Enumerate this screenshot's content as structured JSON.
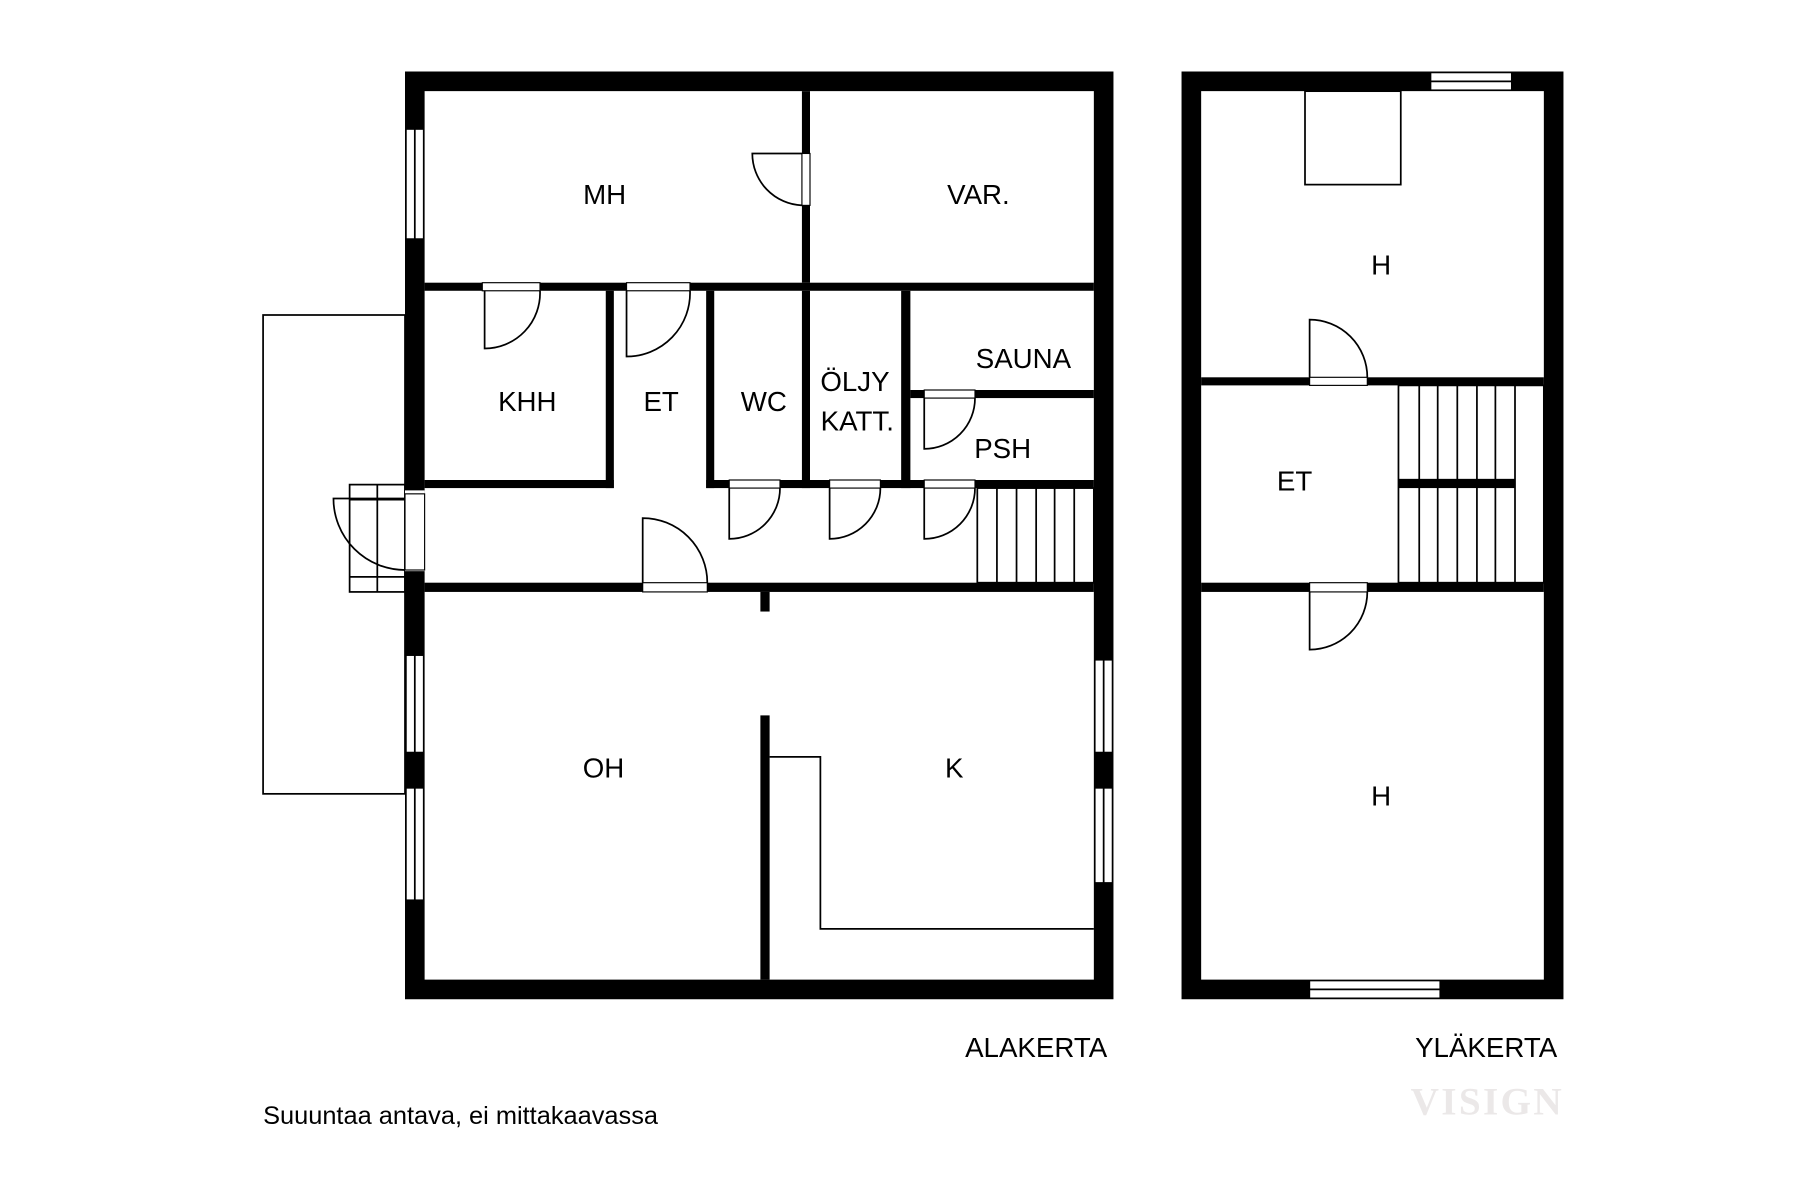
{
  "floors": {
    "lower": {
      "title": "ALAKERTA",
      "rooms": {
        "mh": "MH",
        "var": "VAR.",
        "khh": "KHH",
        "et": "ET",
        "wc": "WC",
        "oljy_line1": "ÖLJY",
        "oljy_line2": "KATT.",
        "sauna": "SAUNA",
        "psh": "PSH",
        "oh": "OH",
        "k": "K"
      }
    },
    "upper": {
      "title": "YLÄKERTA",
      "rooms": {
        "h1": "H",
        "et": "ET",
        "h2": "H"
      }
    }
  },
  "note": "Suuuntaa antava, ei mittakaavassa",
  "watermark": "VISIGN"
}
